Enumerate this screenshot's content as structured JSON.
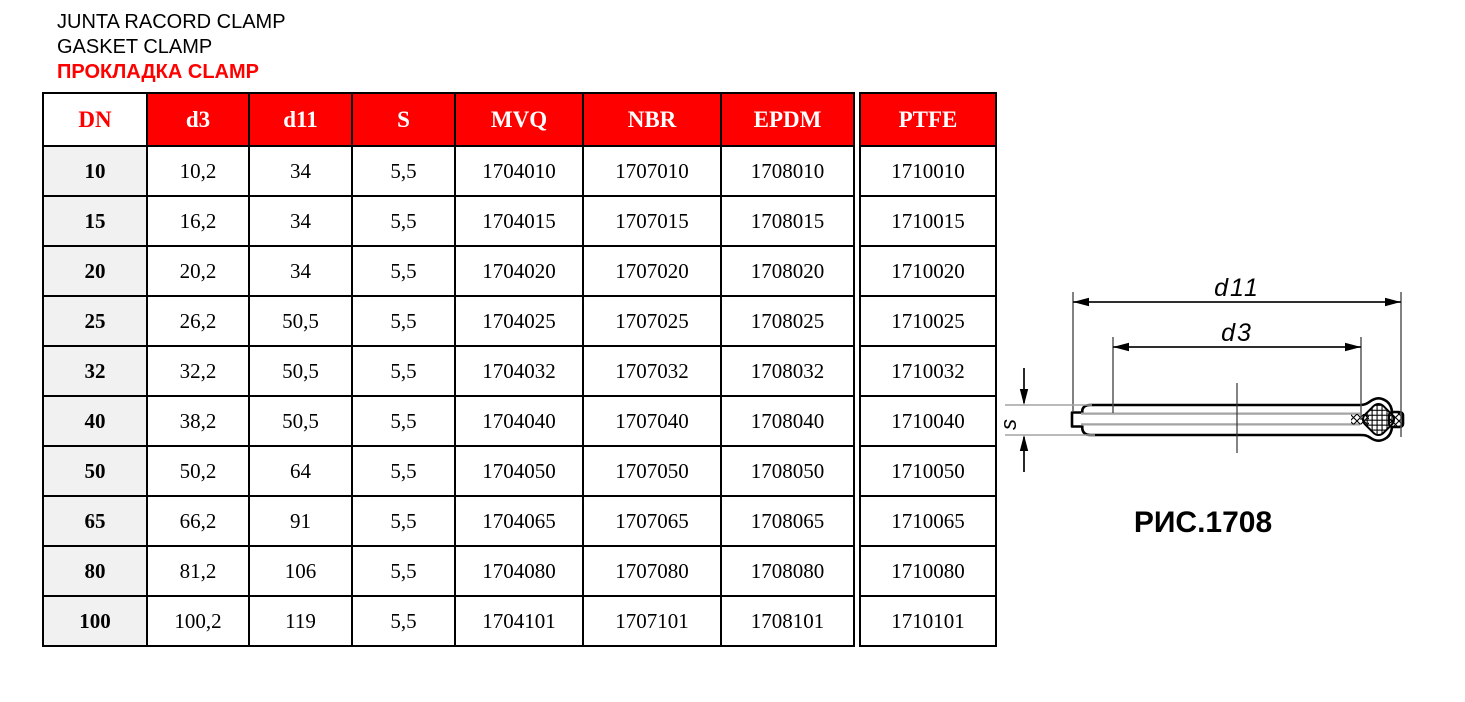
{
  "title": {
    "line_es": "JUNTA RACORD CLAMP",
    "line_en": "GASKET CLAMP",
    "line_ru": "ПРОКЛАДКА CLAMP"
  },
  "colors": {
    "header_bg": "#ff0000",
    "header_text": "#ffffff",
    "dn_header_text": "#ff0000",
    "dn_cell_bg": "#f1f1f1",
    "title_accent": "#ff0000",
    "border": "#000000"
  },
  "table": {
    "main_columns": [
      "DN",
      "d3",
      "d11",
      "S",
      "MVQ",
      "NBR",
      "EPDM"
    ],
    "ptfe_column": "PTFE",
    "rows": [
      [
        "10",
        "10,2",
        "34",
        "5,5",
        "1704010",
        "1707010",
        "1708010",
        "1710010"
      ],
      [
        "15",
        "16,2",
        "34",
        "5,5",
        "1704015",
        "1707015",
        "1708015",
        "1710015"
      ],
      [
        "20",
        "20,2",
        "34",
        "5,5",
        "1704020",
        "1707020",
        "1708020",
        "1710020"
      ],
      [
        "25",
        "26,2",
        "50,5",
        "5,5",
        "1704025",
        "1707025",
        "1708025",
        "1710025"
      ],
      [
        "32",
        "32,2",
        "50,5",
        "5,5",
        "1704032",
        "1707032",
        "1708032",
        "1710032"
      ],
      [
        "40",
        "38,2",
        "50,5",
        "5,5",
        "1704040",
        "1707040",
        "1708040",
        "1710040"
      ],
      [
        "50",
        "50,2",
        "64",
        "5,5",
        "1704050",
        "1707050",
        "1708050",
        "1710050"
      ],
      [
        "65",
        "66,2",
        "91",
        "5,5",
        "1704065",
        "1707065",
        "1708065",
        "1710065"
      ],
      [
        "80",
        "81,2",
        "106",
        "5,5",
        "1704080",
        "1707080",
        "1708080",
        "1710080"
      ],
      [
        "100",
        "100,2",
        "119",
        "5,5",
        "1704101",
        "1707101",
        "1708101",
        "1710101"
      ]
    ]
  },
  "drawing": {
    "dim_outer": "d11",
    "dim_inner": "d3",
    "dim_thickness": "s",
    "caption": "РИС.1708"
  }
}
